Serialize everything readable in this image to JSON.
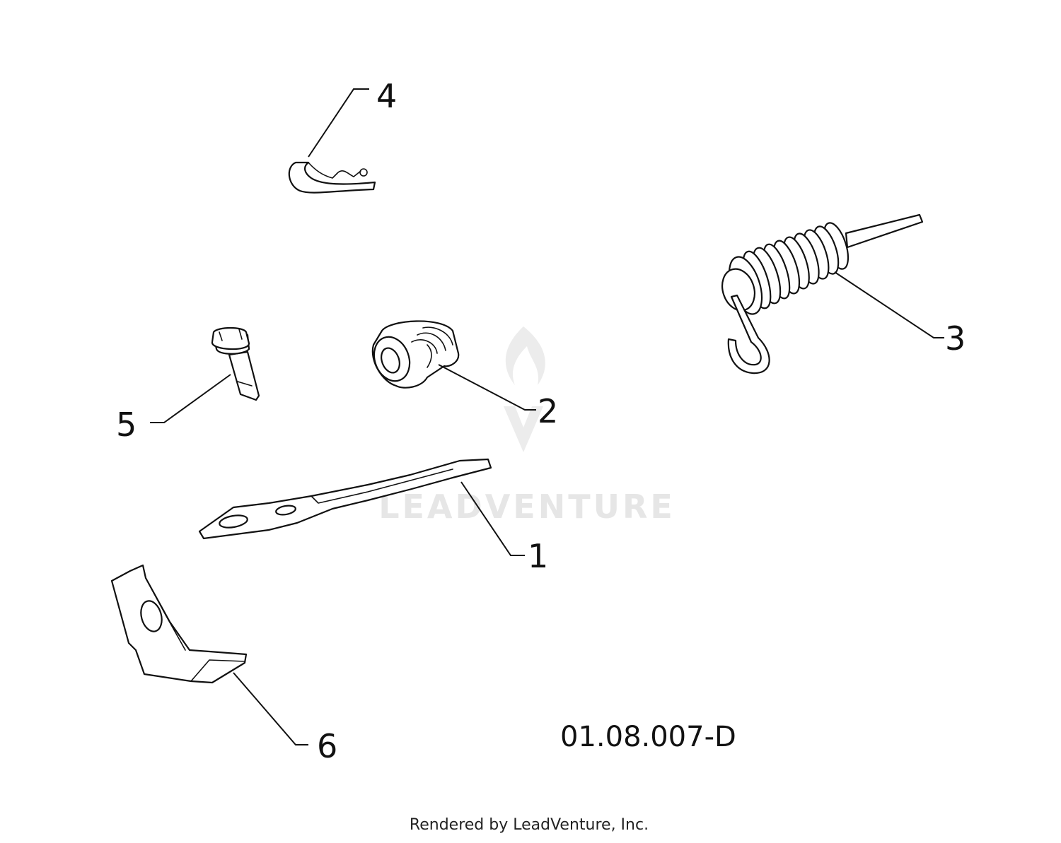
{
  "callouts": {
    "item_1": "1",
    "item_2": "2",
    "item_3": "3",
    "item_4": "4",
    "item_5": "5",
    "item_6": "6"
  },
  "drawing_number": "01.08.007-D",
  "credit": "Rendered by LeadVenture, Inc.",
  "watermark": "LEADVENTURE",
  "colors": {
    "line": "#111111",
    "background": "#ffffff",
    "watermark": "#e6e6e6"
  }
}
